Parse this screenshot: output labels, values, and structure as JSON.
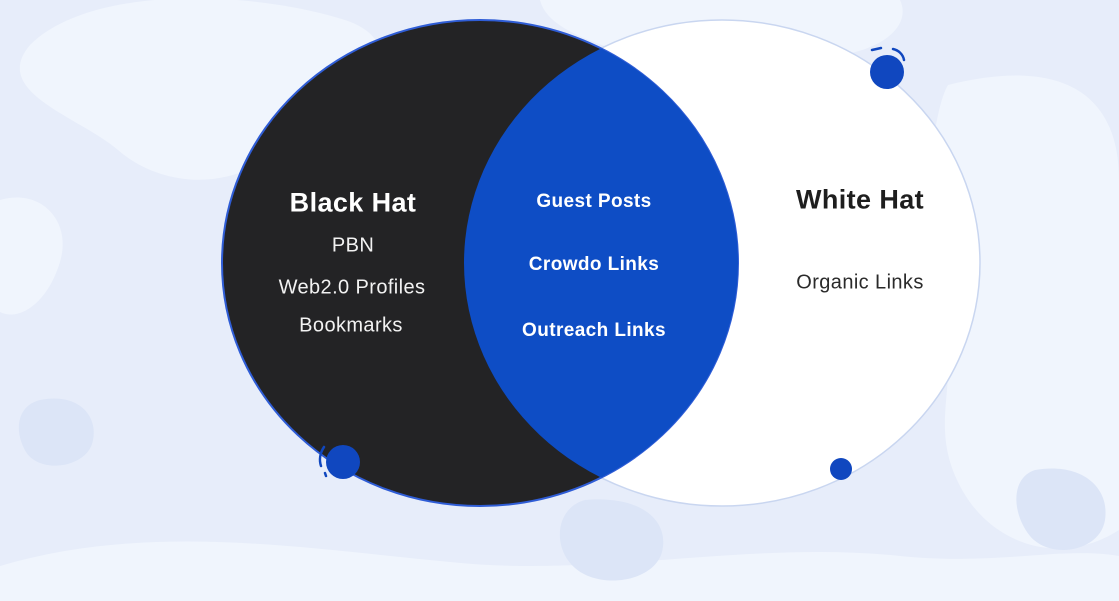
{
  "venn": {
    "left": {
      "title": "Black Hat",
      "items": [
        "PBN",
        "Web2.0 Profiles",
        "Bookmarks"
      ]
    },
    "overlap": {
      "items": [
        "Guest Posts",
        "Crowdo Links",
        "Outreach Links"
      ]
    },
    "right": {
      "title": "White Hat",
      "items": [
        "Organic Links"
      ]
    },
    "colors": {
      "left_circle_fill": "#232325",
      "left_circle_stroke": "#2f5dd6",
      "right_circle_fill": "#ffffff",
      "right_circle_stroke": "#c9d6f0",
      "overlap_fill": "#0e4dc5",
      "accent_dot": "#1047bf",
      "background": "#e7edfa",
      "map_land": "#f0f5fd",
      "map_water_patch": "#dce5f7"
    }
  }
}
